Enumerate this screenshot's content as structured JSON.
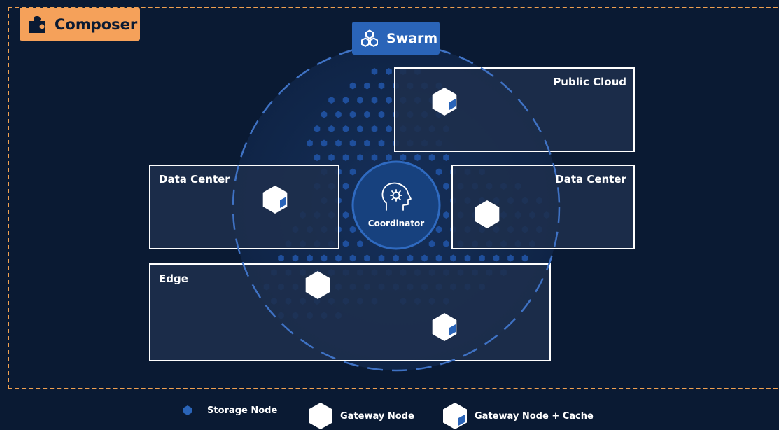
{
  "composer": {
    "label": "Composer",
    "icon": "puzzle-icon"
  },
  "swarm": {
    "label": "Swarm",
    "icon": "hexagon-cluster-icon"
  },
  "coordinator": {
    "label": "Coordinator",
    "icon": "ai-head-icon"
  },
  "regions": {
    "public_cloud": "Public Cloud",
    "data_center_left": "Data Center",
    "data_center_right": "Data Center",
    "edge": "Edge"
  },
  "legend": {
    "storage_node": "Storage Node",
    "gateway_node": "Gateway Node",
    "gateway_node_cache": "Gateway Node + Cache"
  },
  "colors": {
    "background": "#0a1a33",
    "composer_accent": "#f5a15a",
    "swarm_accent": "#2a64b8",
    "storage_dot": "#1f4f9c",
    "gateway_node": "#ffffff",
    "cache_accent": "#2a64b8"
  }
}
